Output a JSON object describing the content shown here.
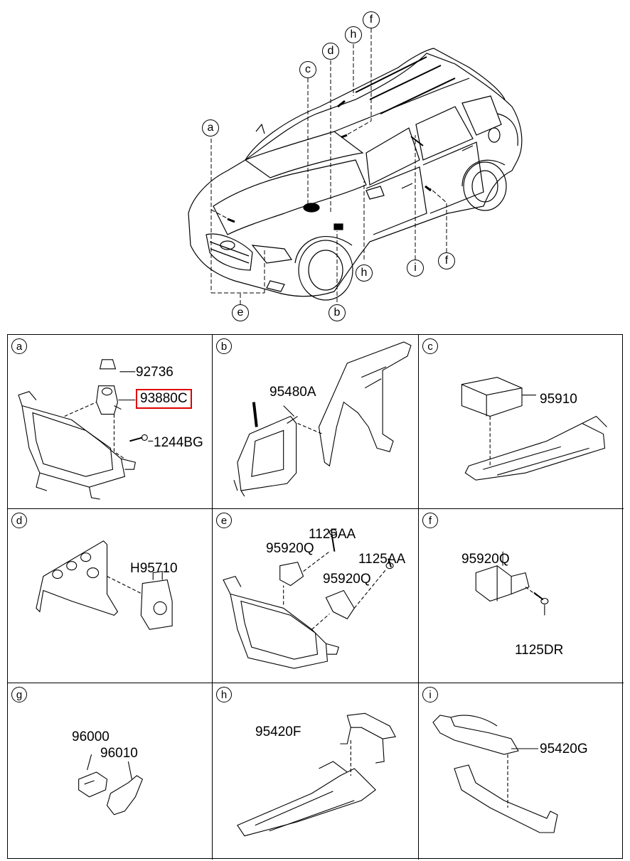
{
  "overview": {
    "callouts": [
      "a",
      "b",
      "c",
      "d",
      "e",
      "f",
      "f",
      "h",
      "h",
      "i"
    ]
  },
  "panels": [
    {
      "letter": "a",
      "parts": [
        "92736",
        "93880C",
        "1244BG"
      ],
      "highlight": "93880C"
    },
    {
      "letter": "b",
      "parts": [
        "95480A"
      ]
    },
    {
      "letter": "c",
      "parts": [
        "95910"
      ]
    },
    {
      "letter": "d",
      "parts": [
        "H95710"
      ]
    },
    {
      "letter": "e",
      "parts": [
        "1125AA",
        "95920Q",
        "1125AA",
        "95920Q"
      ]
    },
    {
      "letter": "f",
      "parts": [
        "95920Q",
        "1125DR"
      ]
    },
    {
      "letter": "g",
      "parts": [
        "96000",
        "96010"
      ]
    },
    {
      "letter": "h",
      "parts": [
        "95420F"
      ]
    },
    {
      "letter": "i",
      "parts": [
        "95420G"
      ]
    }
  ],
  "colors": {
    "line": "#000000",
    "highlight_border": "#e00000",
    "background": "#ffffff"
  }
}
